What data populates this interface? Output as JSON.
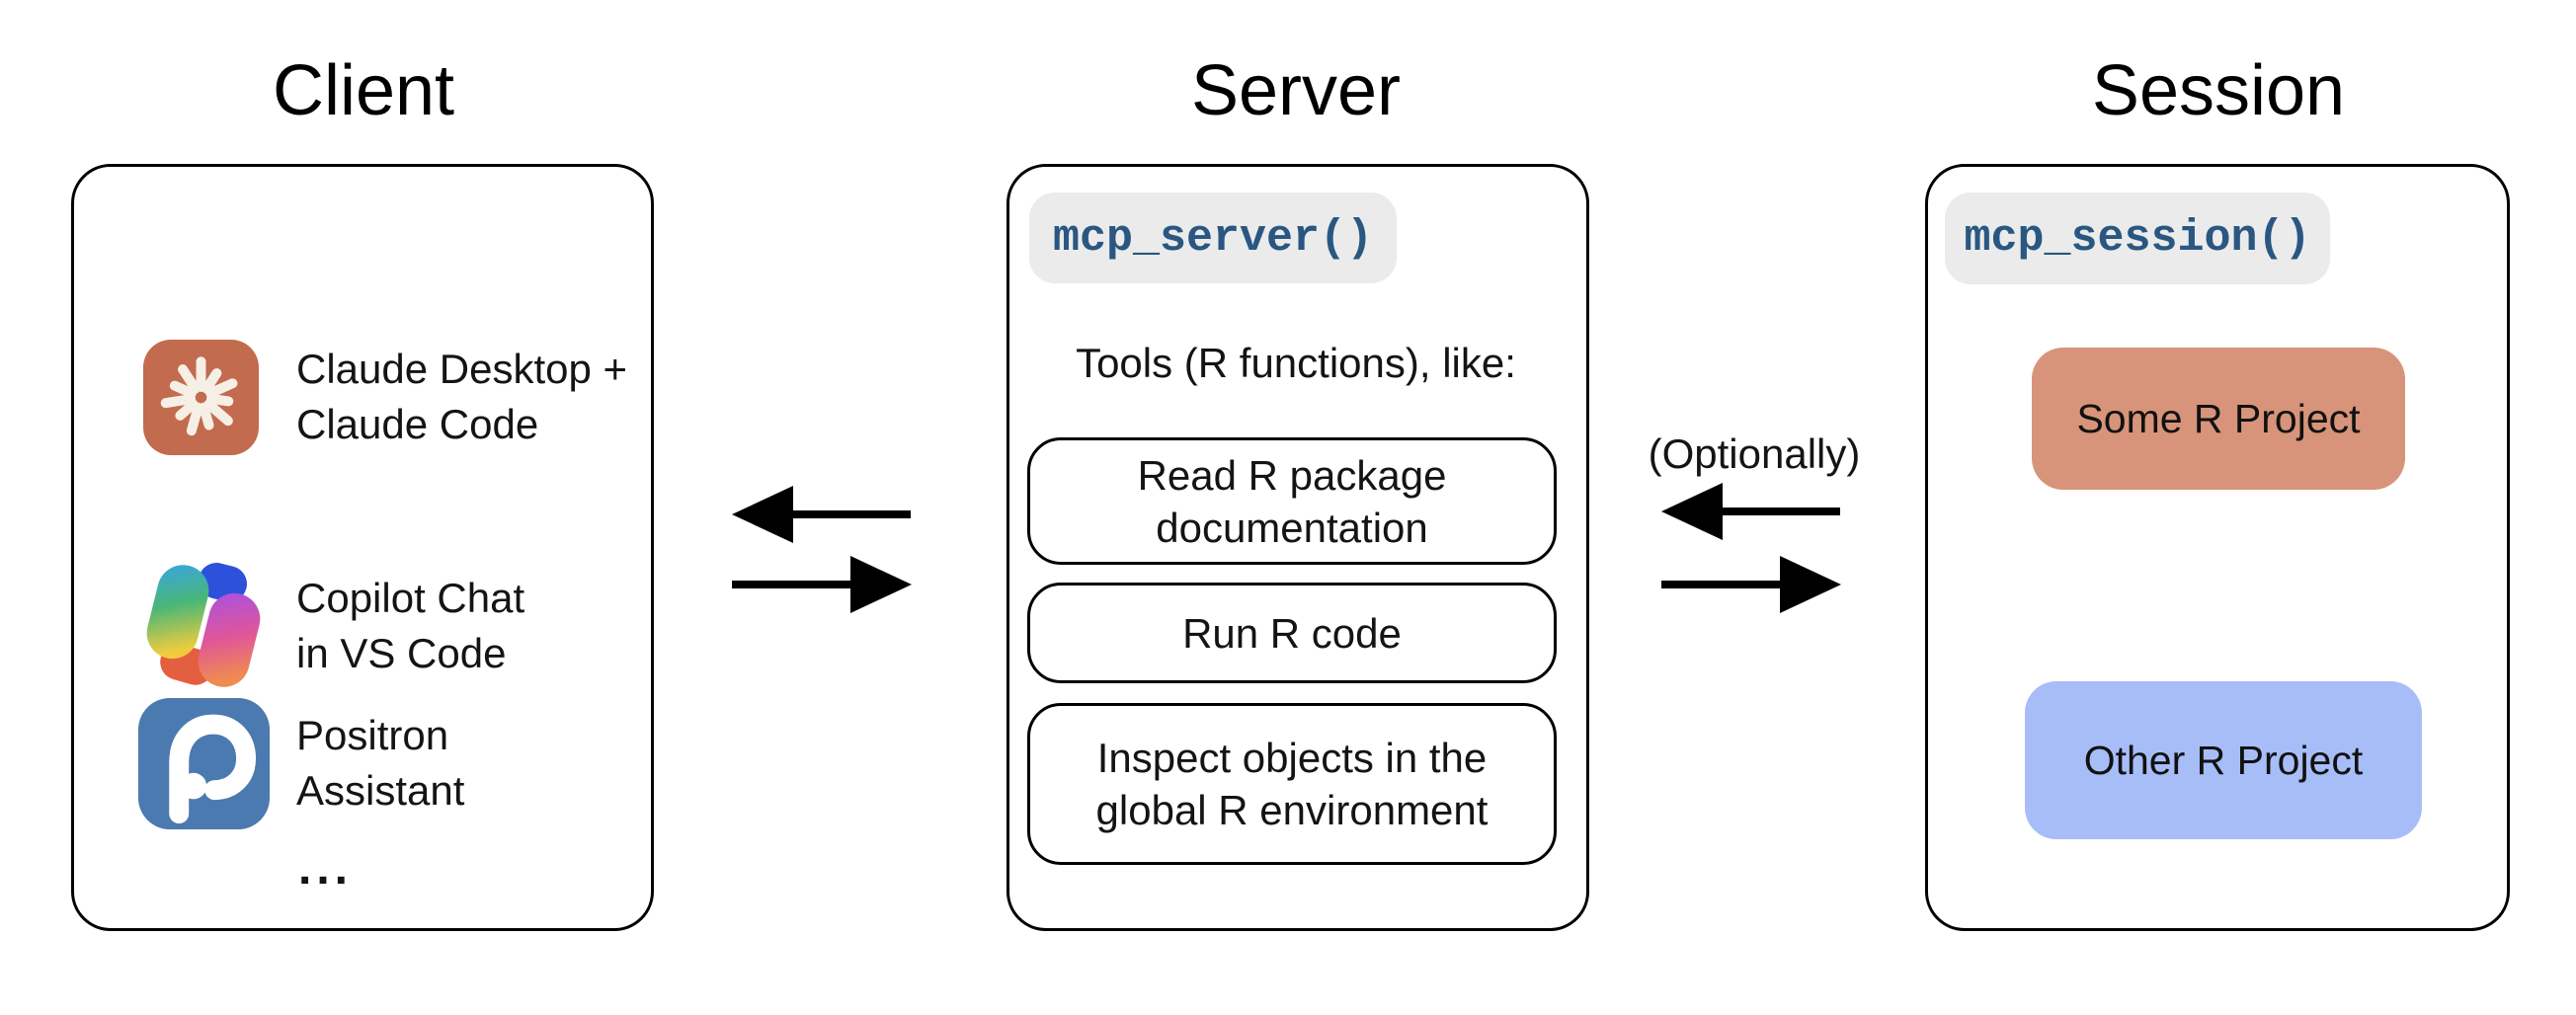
{
  "client": {
    "title": "Client",
    "items": [
      {
        "app": "claude",
        "line1": "Claude Desktop +",
        "line2": "Claude Code"
      },
      {
        "app": "copilot",
        "line1": "Copilot Chat",
        "line2": "in VS Code"
      },
      {
        "app": "positron",
        "line1": "Positron",
        "line2": "Assistant"
      }
    ],
    "more": "..."
  },
  "server": {
    "title": "Server",
    "code_label": "mcp_server()",
    "tools_heading": "Tools (R functions), like:",
    "tools": [
      {
        "line1": "Read R package",
        "line2": "documentation"
      },
      {
        "line1": "Run R code",
        "line2": ""
      },
      {
        "line1": "Inspect objects in the",
        "line2": "global R environment"
      }
    ]
  },
  "session": {
    "title": "Session",
    "code_label": "mcp_session()",
    "projects": [
      {
        "label": "Some R Project",
        "color": "#D7947A"
      },
      {
        "label": "Other R Project",
        "color": "#A7BDF8"
      }
    ]
  },
  "annotations": {
    "optionally": "(Optionally)"
  },
  "colors": {
    "claude_icon_bg": "#C26B4E",
    "claude_starburst": "#F6EFE6",
    "positron_icon_bg": "#4B7AB0",
    "code_pill_bg": "#EBEBEB",
    "code_text": "#2A5782",
    "some_project_bg": "#D7947A",
    "other_project_bg": "#A7BDF8",
    "box_border": "#000000",
    "arrow": "#000000"
  }
}
